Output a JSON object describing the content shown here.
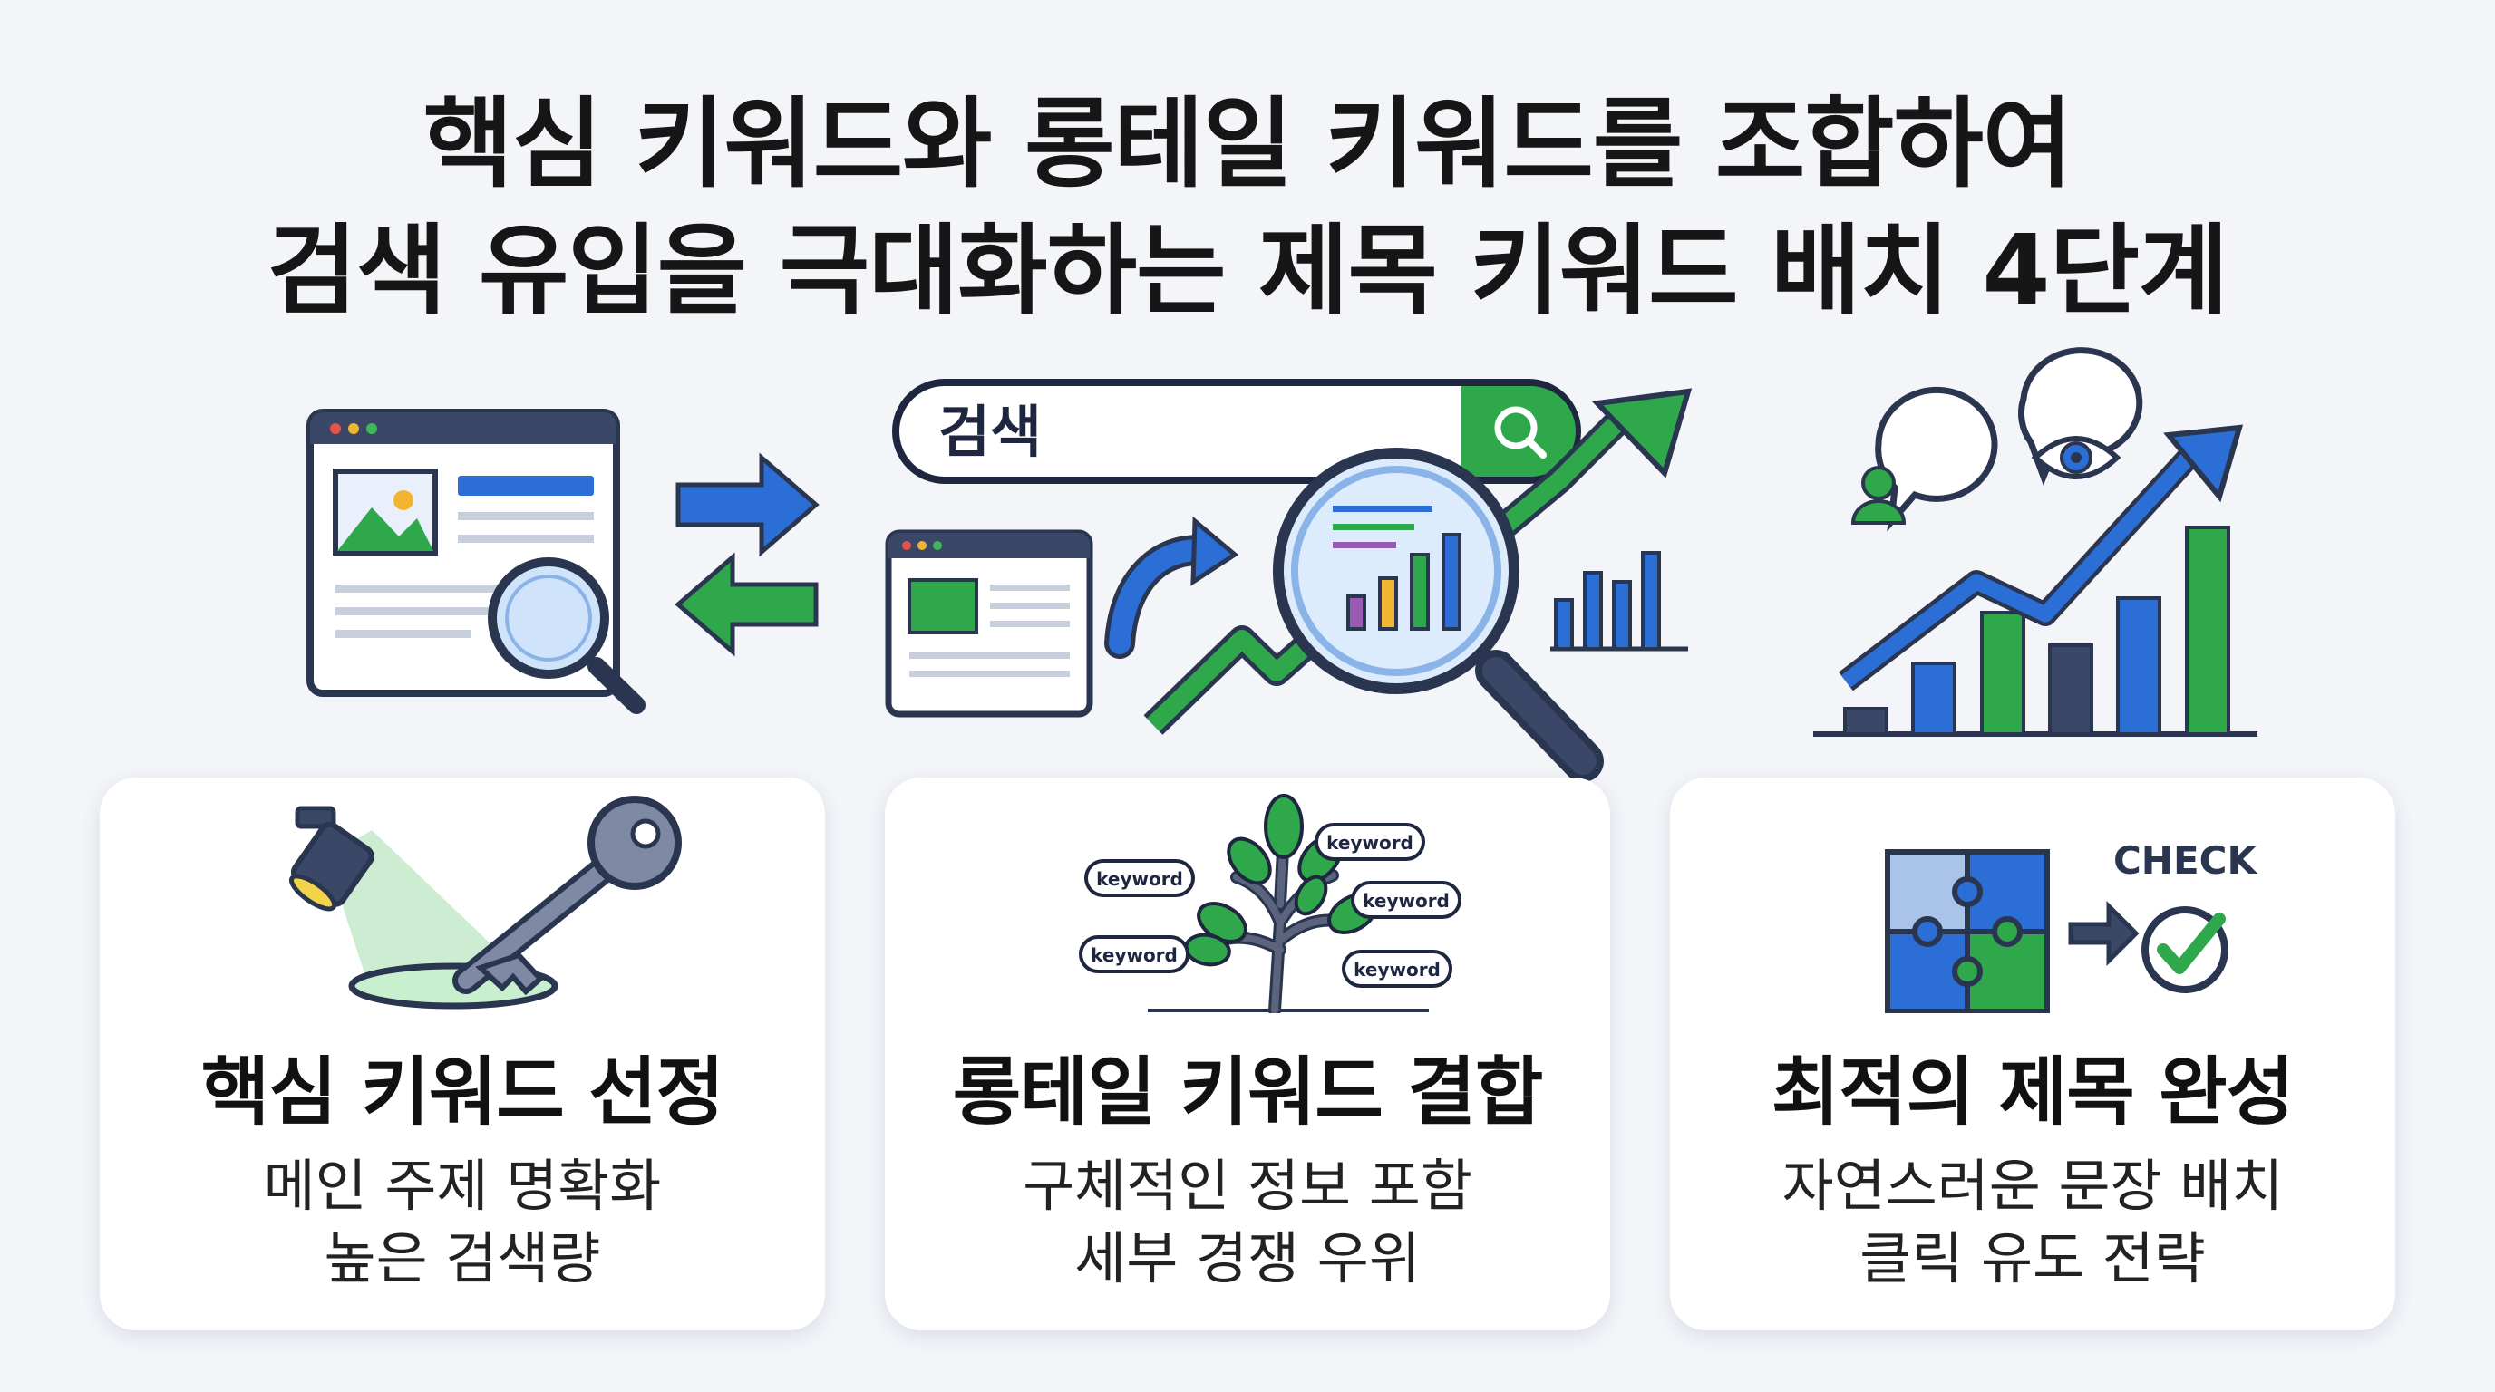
{
  "title": {
    "line1": "핵심 키워드와 롱테일 키워드를 조합하여",
    "line2": "검색 유입을 극대화하는 제목 키워드 배치 4단계"
  },
  "hero": {
    "search_label": "검색"
  },
  "cards": [
    {
      "title": "핵심 키워드 선정",
      "line1": "메인 주제 명확화",
      "line2": "높은 검색량",
      "icon": "spotlight-key-icon"
    },
    {
      "title": "롱테일 키워드 결합",
      "line1": "구체적인 정보 포함",
      "line2": "세부 경쟁 우위",
      "icon": "keyword-tree-icon",
      "tags": [
        "keyword",
        "keyword",
        "keyword",
        "keyword",
        "keyword"
      ]
    },
    {
      "title": "최적의 제목 완성",
      "line1": "자연스러운 문장 배치",
      "line2": "클릭 유도 전략",
      "icon": "puzzle-check-icon",
      "check_label": "CHECK"
    }
  ],
  "colors": {
    "blue": "#2b6fd6",
    "green": "#2ea84a",
    "navy": "#2a3550",
    "background": "#f3f5f9"
  }
}
